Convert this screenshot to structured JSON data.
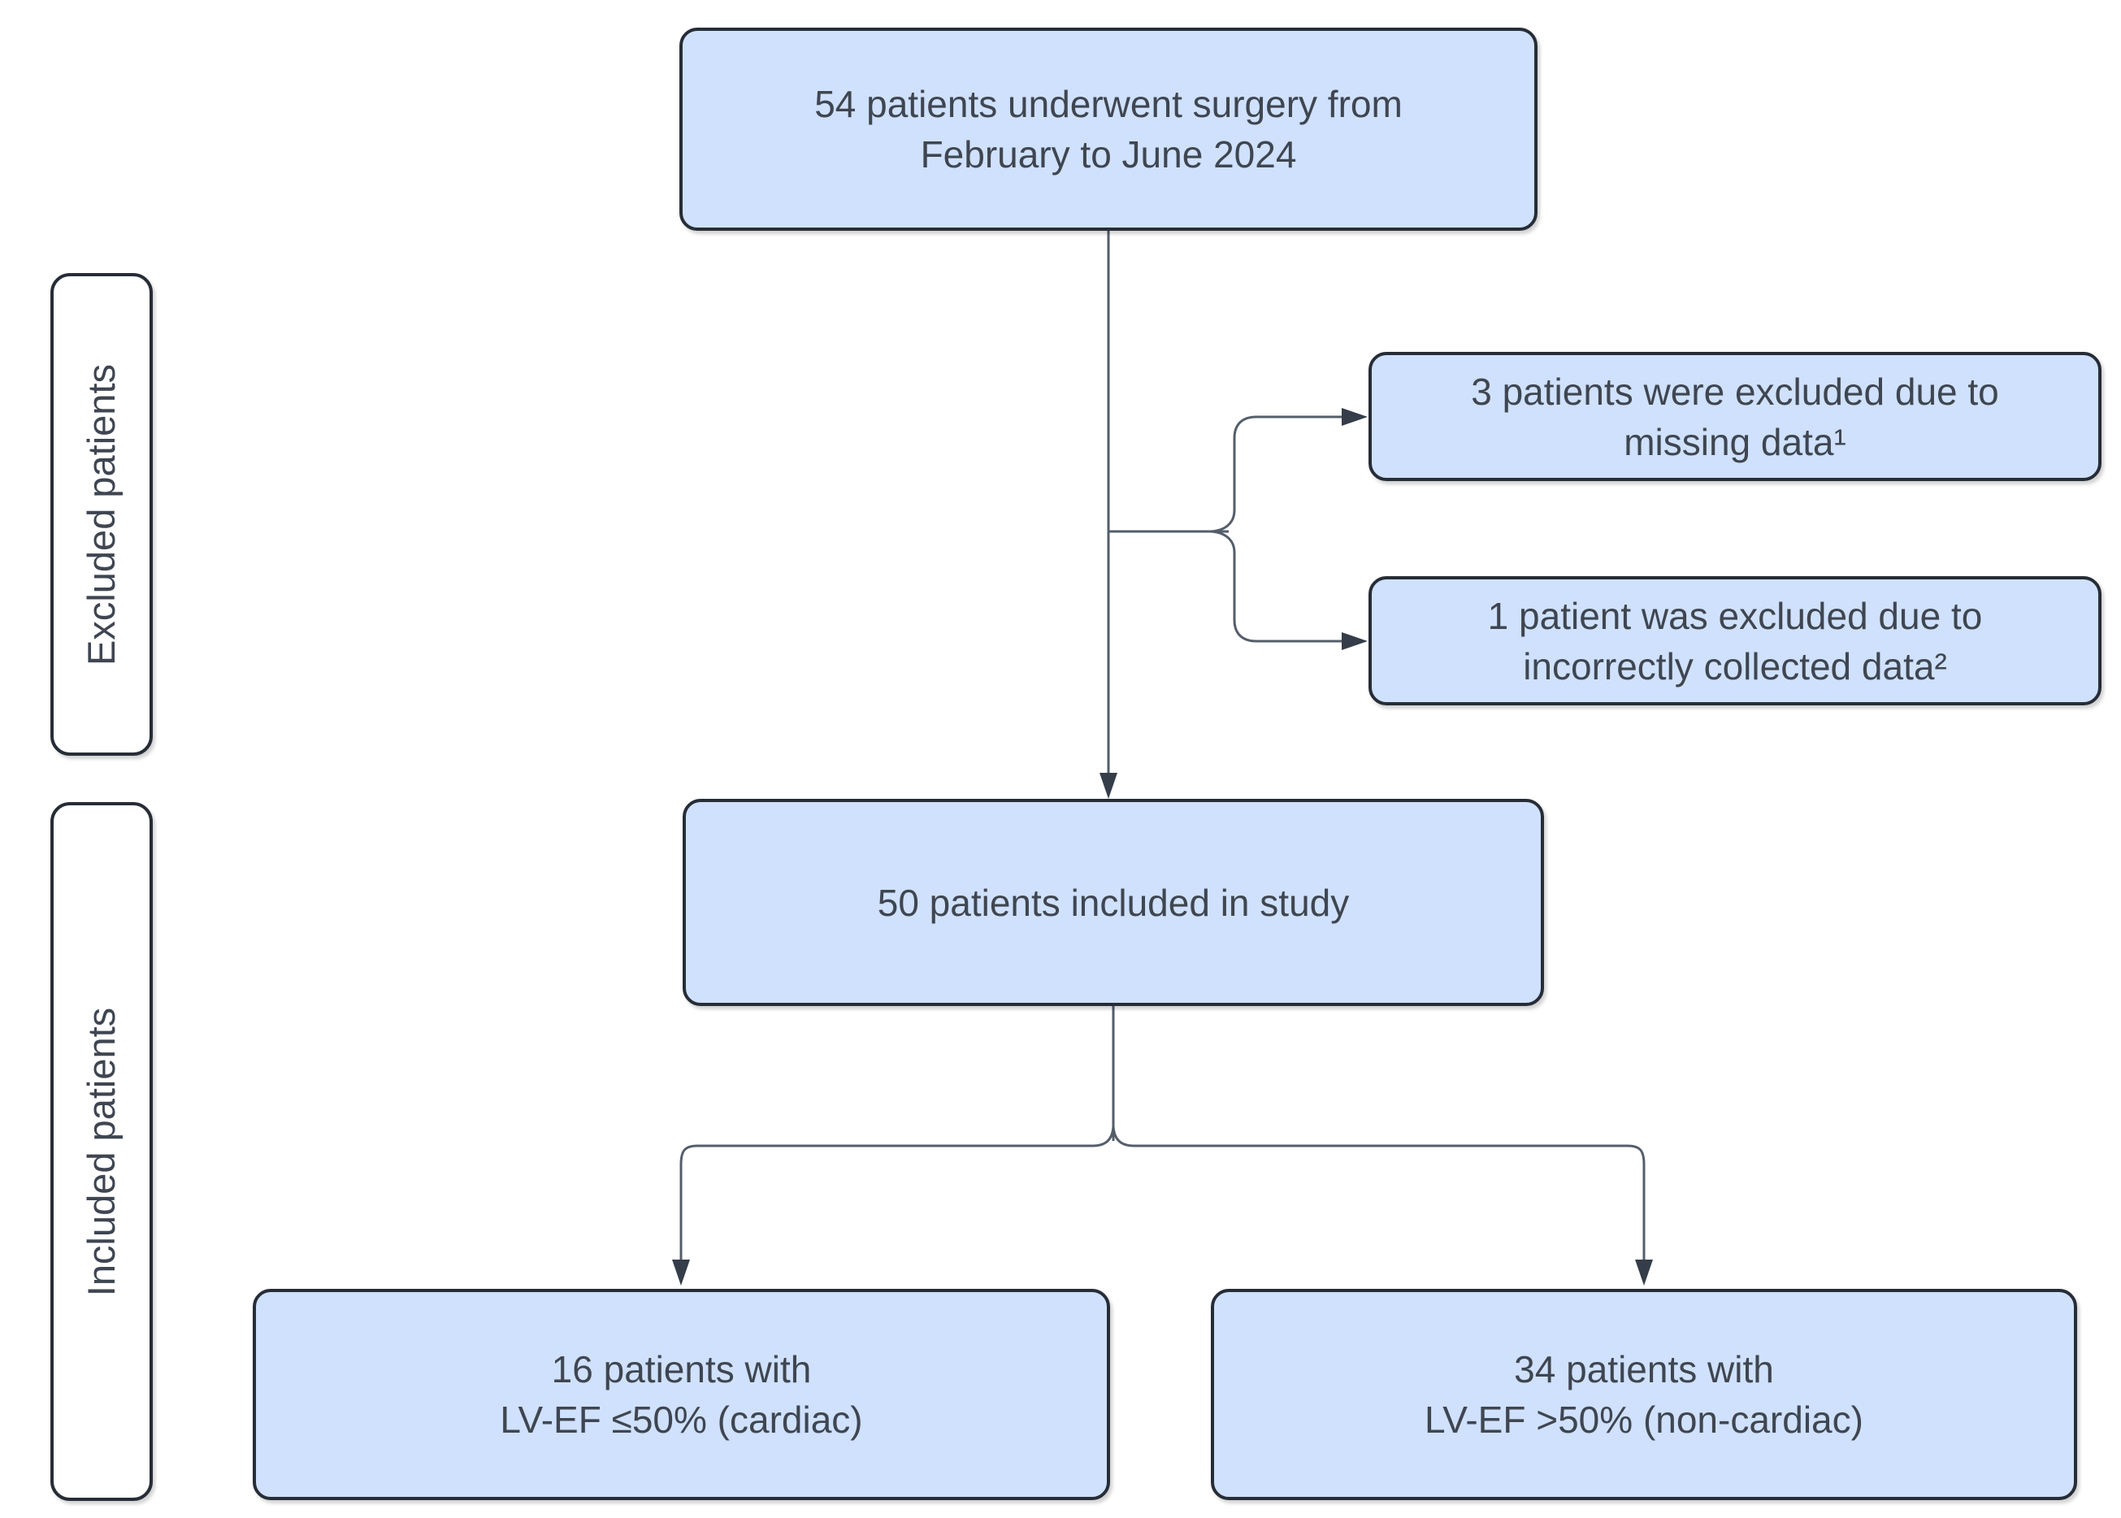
{
  "nodes": {
    "surgery_total": {
      "label": "54 patients underwent surgery from\nFebruary to June 2024"
    },
    "excluded_missing": {
      "label": "3 patients were excluded due to\nmissing data¹"
    },
    "excluded_incorrect": {
      "label": "1 patient was excluded due to\nincorrectly collected data²"
    },
    "included_study": {
      "label": "50 patients included in study"
    },
    "cardiac_group": {
      "label": "16 patients with\nLV-EF ≤50% (cardiac)"
    },
    "noncardiac_group": {
      "label": "34 patients with\nLV-EF >50% (non-cardiac)"
    }
  },
  "side_labels": {
    "excluded": {
      "label": "Excluded patients"
    },
    "included": {
      "label": "Included patients"
    }
  },
  "colors": {
    "box_fill": "#cfe1fc",
    "box_border": "#272d37",
    "label_fill": "#ffffff",
    "line": "#545e6b",
    "arrow_fill": "#343d49",
    "text": "#3f4651",
    "background": "#ffffff"
  }
}
